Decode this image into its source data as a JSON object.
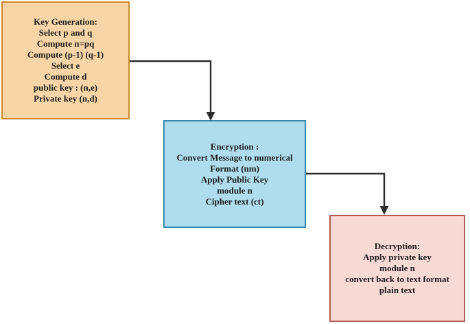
{
  "diagram": {
    "colors": {
      "background": "#ffffff",
      "connector": "#2d2d2d",
      "text": "#1c1c1c"
    },
    "nodes": [
      {
        "id": "key-generation",
        "fill": "#f8d5a6",
        "border": "#c9892e",
        "lines": [
          "Key Generation:",
          "Select p and q",
          "Compute n=pq",
          "Compute (p-1) (q-1)",
          "Select e",
          "Compute d",
          "public key : (n,e)",
          "Private key (n,d)"
        ]
      },
      {
        "id": "encryption",
        "fill": "#afddee",
        "border": "#3a88ae",
        "lines": [
          "Encryption :",
          "Convert Message to numerical",
          "Format (nm)",
          "Apply Public Key",
          "module n",
          "Cipher text (ct)"
        ]
      },
      {
        "id": "decryption",
        "fill": "#f8dad5",
        "border": "#b25b4f",
        "lines": [
          "Decryption:",
          "Apply private key",
          "module n",
          "convert back to text format",
          "plain text"
        ]
      }
    ],
    "connectors": [
      {
        "from": "key-generation",
        "to": "encryption"
      },
      {
        "from": "encryption",
        "to": "decryption"
      }
    ]
  }
}
